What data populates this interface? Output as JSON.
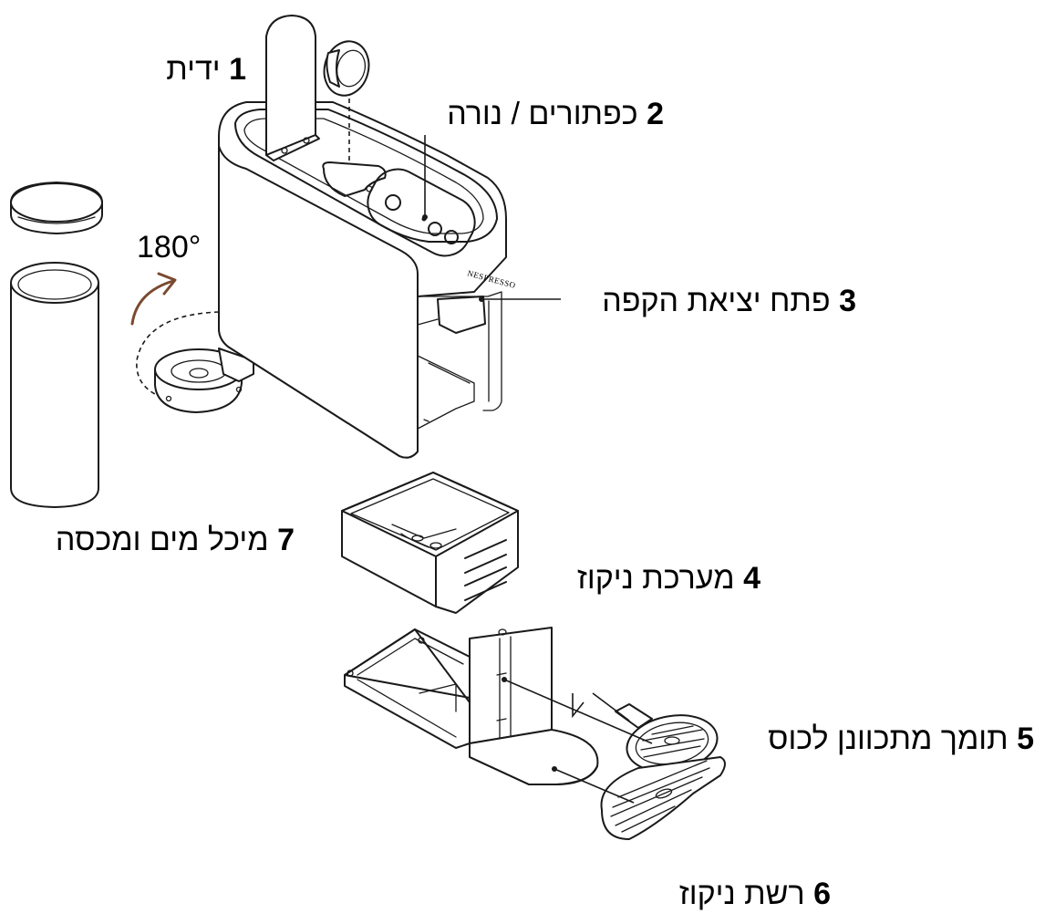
{
  "labels": {
    "handle": {
      "number": "1",
      "text": "ידית"
    },
    "buttons": {
      "number": "2",
      "text": "כפתורים / נורה"
    },
    "outlet": {
      "number": "3",
      "text": "פתח יציאת הקפה"
    },
    "capsule_container": {
      "number": "4",
      "text": "מערכת ניקוז"
    },
    "cup_support": {
      "number": "5",
      "text": "תומך מתכוונן לכוס"
    },
    "drip_grid": {
      "number": "6",
      "text": "רשת ניקוז"
    },
    "water_tank": {
      "number": "7",
      "text": "מיכל מים ומכסה"
    }
  },
  "rotation": "180°",
  "brand": "NESPRESSO",
  "colors": {
    "arrow": "#7a4a30",
    "line": "#1a1a1a"
  }
}
